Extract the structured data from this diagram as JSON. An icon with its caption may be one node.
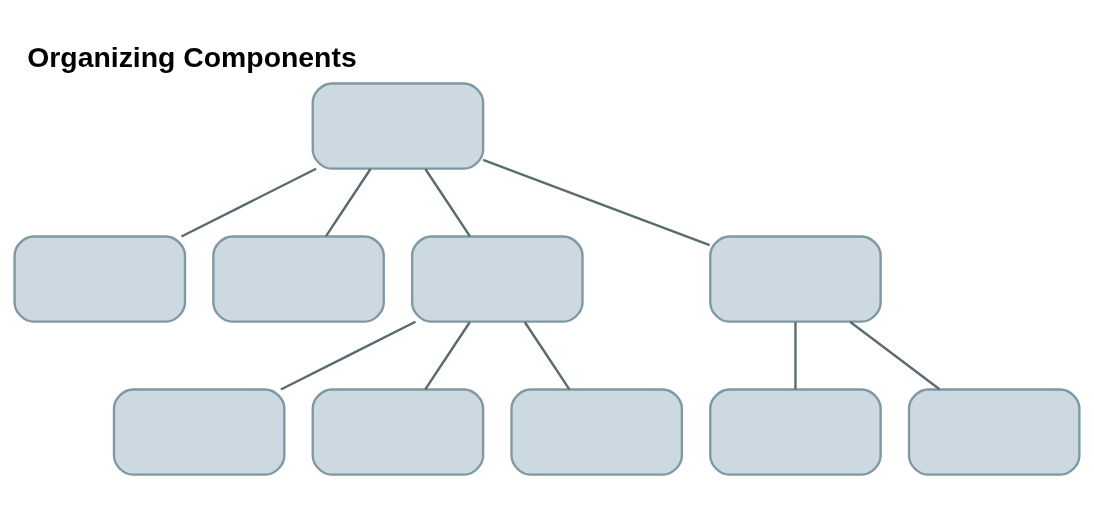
{
  "diagram": {
    "title": "Organizing Components",
    "nodes": [
      {
        "text": [],
        "shape": "box"
      },
      {
        "text": [],
        "shape": "box"
      },
      {
        "text": [],
        "shape": "box"
      },
      {
        "text": [],
        "shape": "box"
      },
      {
        "text": [],
        "shape": "box"
      },
      {
        "text": [],
        "shape": "box"
      },
      {
        "text": [],
        "shape": "box"
      },
      {
        "text": [],
        "shape": "box"
      },
      {
        "text": [],
        "shape": "box"
      },
      {
        "text": [],
        "shape": "box"
      }
    ],
    "edges": [
      {
        "from": 0,
        "to": 1,
        "arrow": "none"
      },
      {
        "from": 0,
        "to": 2,
        "arrow": "none"
      },
      {
        "from": 0,
        "to": 3,
        "arrow": "none"
      },
      {
        "from": 0,
        "to": 4,
        "arrow": "none"
      },
      {
        "from": 3,
        "to": 5,
        "arrow": "none"
      },
      {
        "from": 3,
        "to": 6,
        "arrow": "none"
      },
      {
        "from": 3,
        "to": 7,
        "arrow": "none"
      },
      {
        "from": 4,
        "to": 8,
        "arrow": "none"
      },
      {
        "from": 4,
        "to": 9,
        "arrow": "none"
      }
    ]
  }
}
